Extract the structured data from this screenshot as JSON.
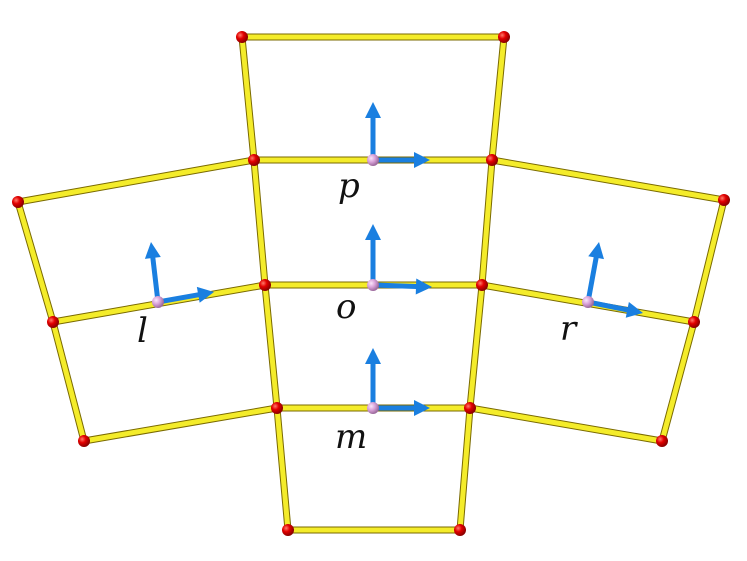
{
  "diagram": {
    "labels": {
      "p": "p",
      "o": "o",
      "m": "m",
      "l": "l",
      "r": "r"
    },
    "colors": {
      "edge": "#f4ec2a",
      "vertex": "#e30000",
      "center": "#d9a3d9",
      "arrow": "#1a7fe0"
    }
  }
}
